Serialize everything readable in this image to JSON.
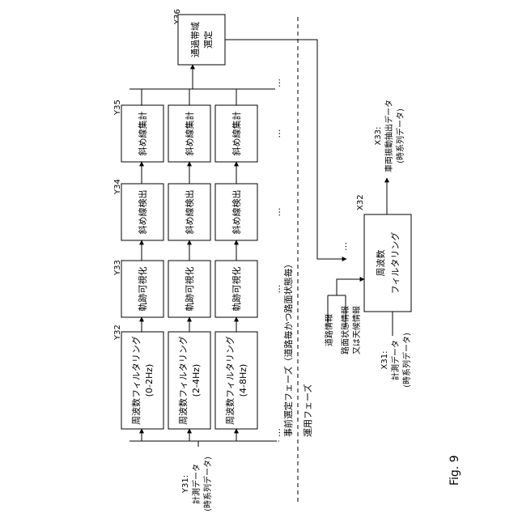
{
  "figure": {
    "fig_label": "Fig. 9",
    "phase_pre": "事前選定フェーズ（道路毎かつ路面状態毎）",
    "phase_op": "運用フェーズ",
    "y31": {
      "ref": "Y31:",
      "line1": "計測データ",
      "line2": "(時系列データ)"
    },
    "y32": {
      "ref": "Y32",
      "boxes": [
        {
          "line1": "周波数フィルタリング",
          "line2": "(0-2Hz)"
        },
        {
          "line1": "周波数フィルタリング",
          "line2": "(2-4Hz)"
        },
        {
          "line1": "周波数フィルタリング",
          "line2": "(4-8Hz)"
        }
      ]
    },
    "y33": {
      "ref": "Y33",
      "label": "軌跡可視化"
    },
    "y34": {
      "ref": "Y34",
      "label": "斜め線検出"
    },
    "y35": {
      "ref": "Y35",
      "label": "斜め線集計"
    },
    "y36": {
      "ref": "Y36",
      "line1": "通過帯域",
      "line2": "選定"
    },
    "ellipsis": "…",
    "x31": {
      "ref": "X31:",
      "line1": "計測データ",
      "line2": "(時系列データ)"
    },
    "road_info": "道路情報",
    "surface_info": {
      "line1": "路面状態情報",
      "line2": "又は天候情報"
    },
    "x32": {
      "ref": "X32",
      "line1": "周波数",
      "line2": "フィルタリング"
    },
    "x33": {
      "ref": "X33:",
      "line1": "車両振動抽出データ",
      "line2": "(時系列データ)"
    }
  }
}
